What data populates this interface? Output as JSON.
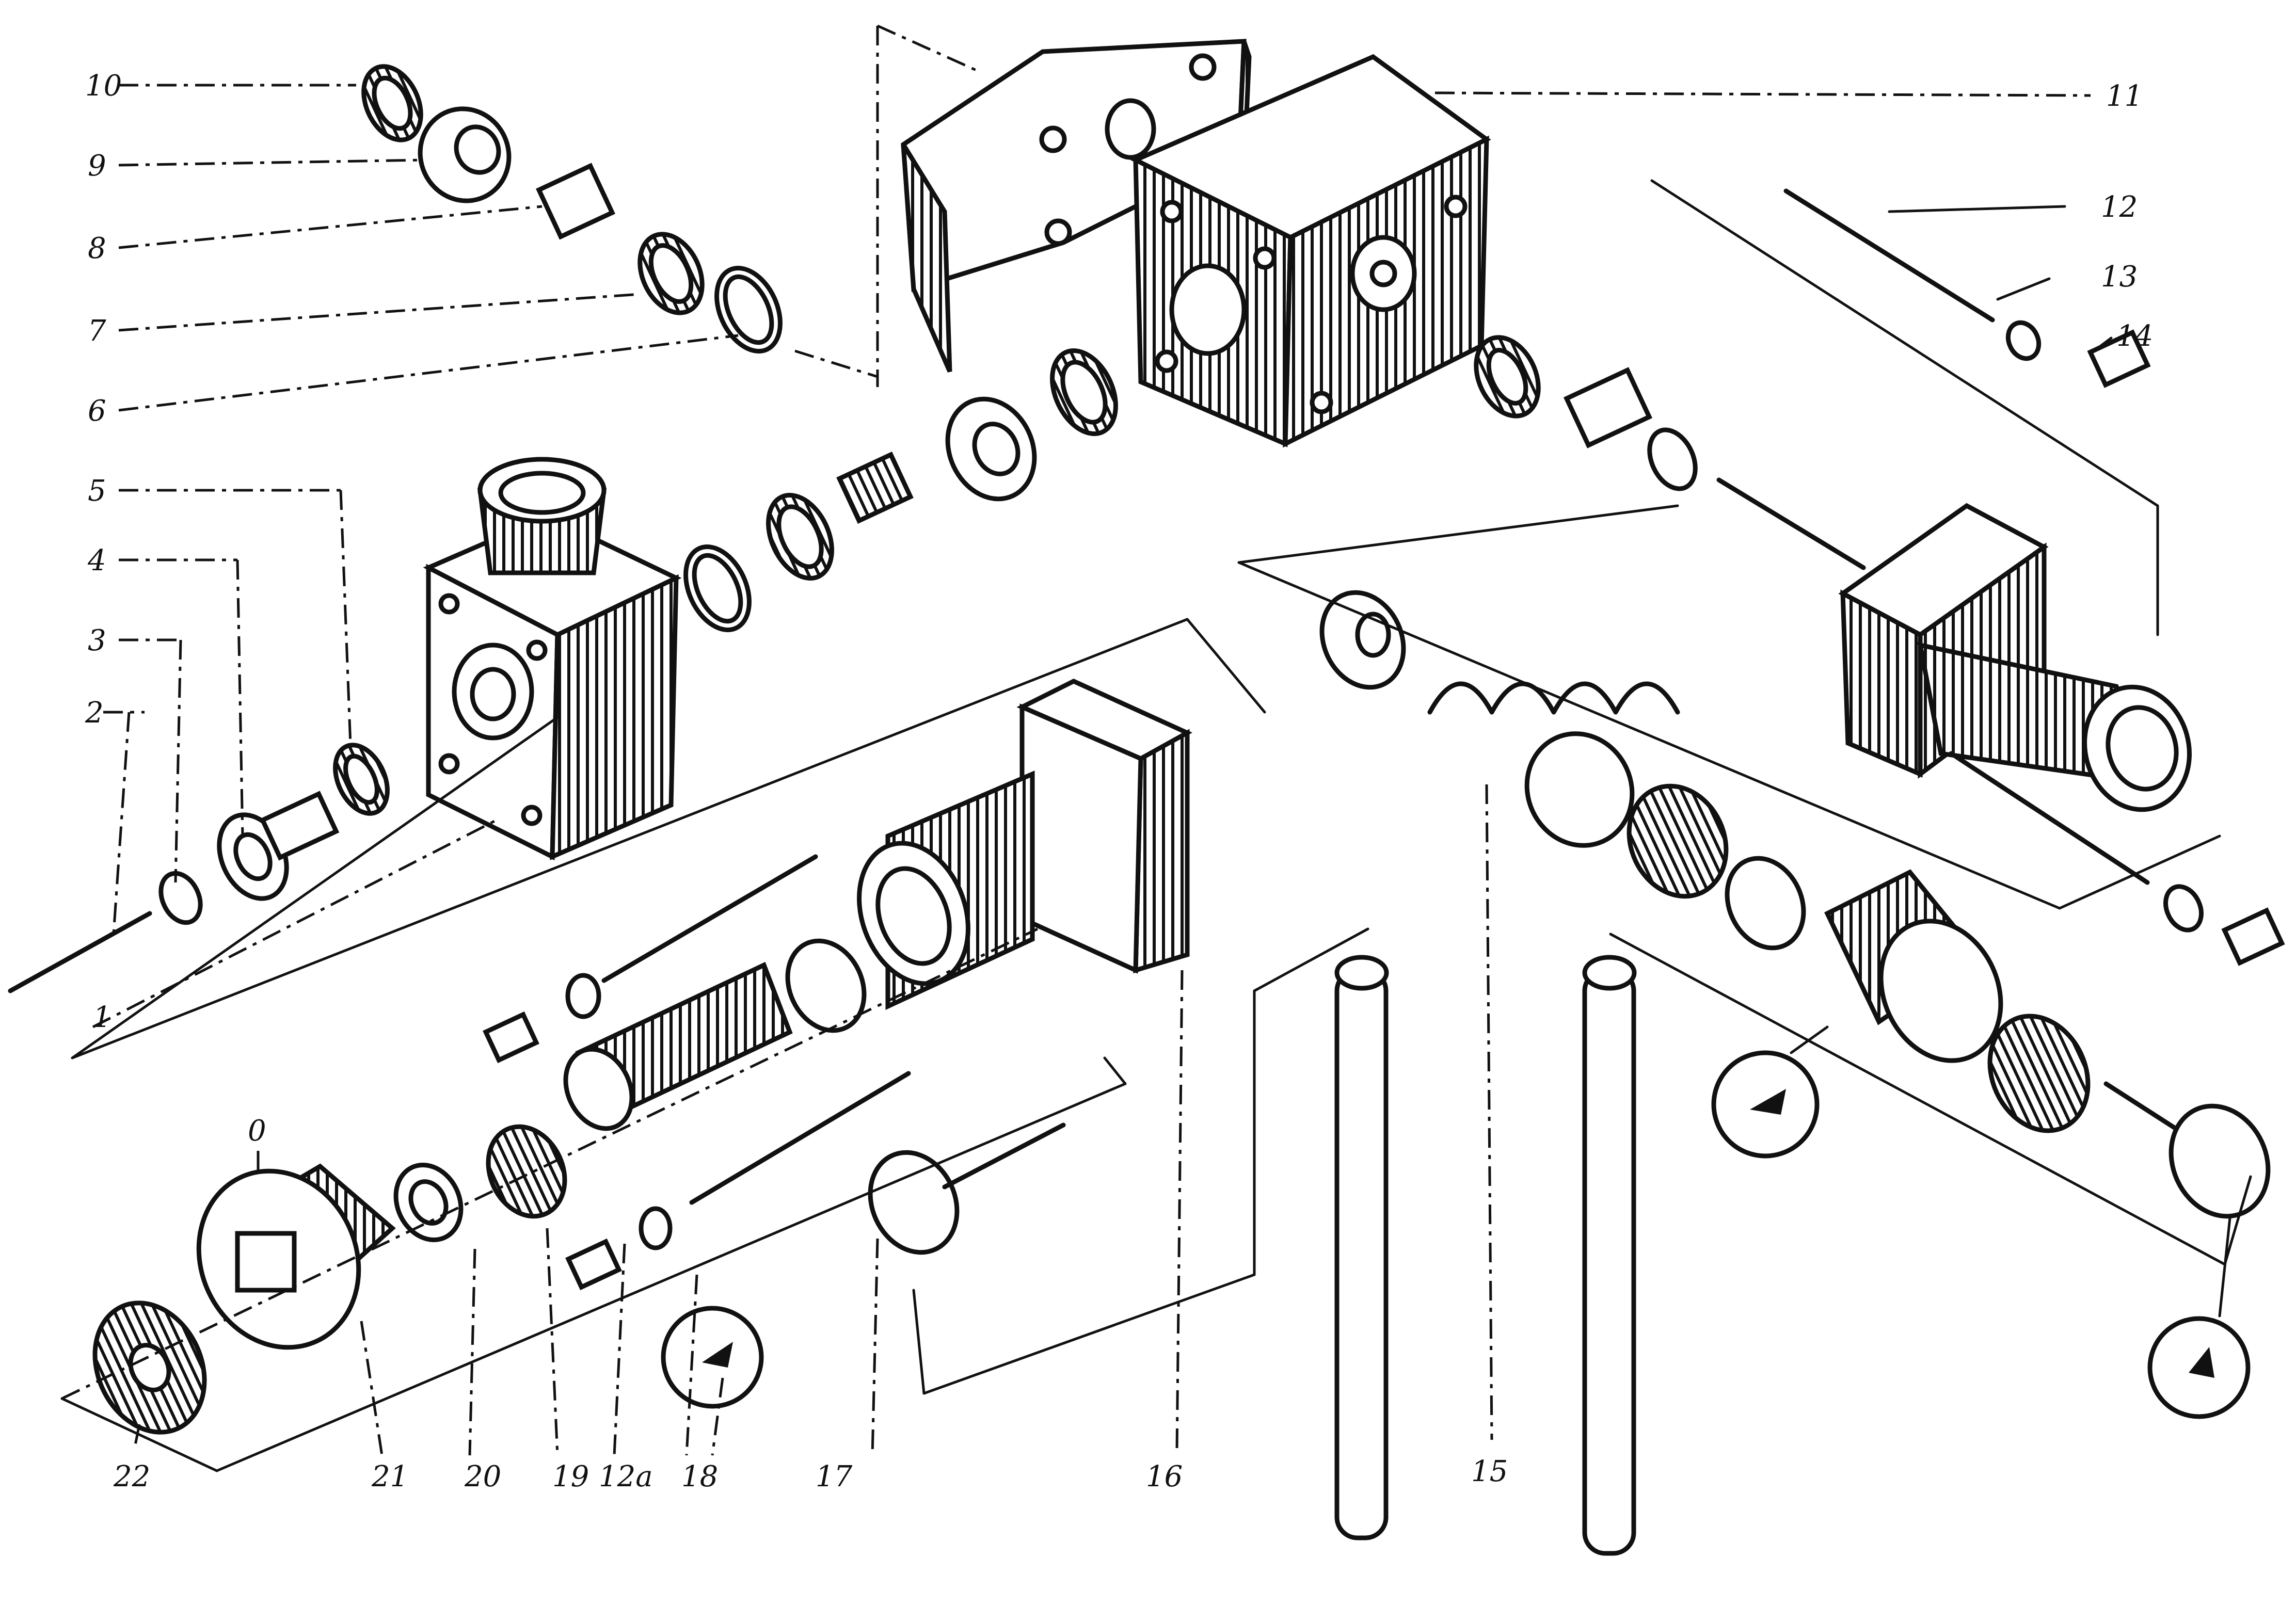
{
  "labels": {
    "l1": "1",
    "l2": "2",
    "l3": "3",
    "l4": "4",
    "l5": "5",
    "l6": "6",
    "l7": "7",
    "l8": "8",
    "l9": "9",
    "l10": "10",
    "l11": "11",
    "l12": "12",
    "l13": "13",
    "l14": "14",
    "l15": "15",
    "l16": "16",
    "l17": "17",
    "l18": "18",
    "l19": "19",
    "l12a": "12a",
    "l20": "20",
    "l21": "21",
    "l22": "22",
    "l0": "0"
  }
}
